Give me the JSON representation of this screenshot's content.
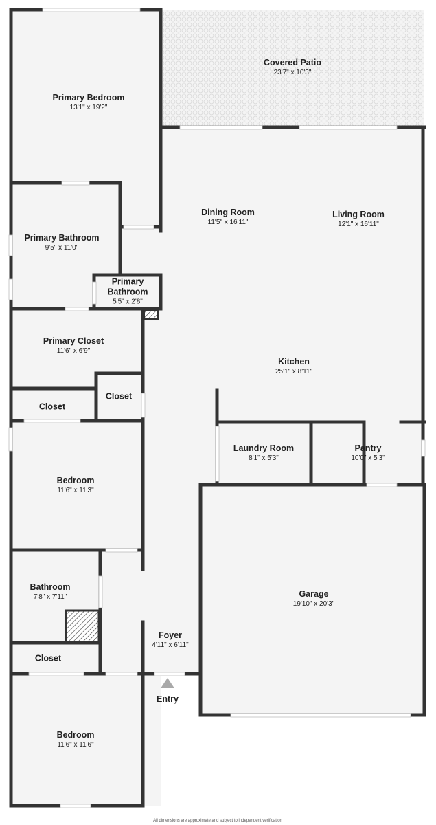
{
  "rooms": {
    "covered_patio": {
      "name": "Covered Patio",
      "dims": "23'7\" x 10'3\""
    },
    "primary_bedroom": {
      "name": "Primary Bedroom",
      "dims": "13'1\" x 19'2\""
    },
    "dining_room": {
      "name": "Dining Room",
      "dims": "11'5\" x 16'11\""
    },
    "living_room": {
      "name": "Living Room",
      "dims": "12'1\" x 16'11\""
    },
    "primary_bathroom": {
      "name": "Primary Bathroom",
      "dims": "9'5\" x 11'0\""
    },
    "primary_bathroom_small": {
      "name_line1": "Primary",
      "name_line2": "Bathroom",
      "dims": "5'5\" x 2'8\""
    },
    "primary_closet": {
      "name": "Primary Closet",
      "dims": "11'6\" x 6'9\""
    },
    "kitchen": {
      "name": "Kitchen",
      "dims": "25'1\" x 8'11\""
    },
    "closet_a": {
      "name": "Closet"
    },
    "closet_b": {
      "name": "Closet"
    },
    "laundry_room": {
      "name": "Laundry Room",
      "dims": "8'1\" x 5'3\""
    },
    "pantry": {
      "name": "Pantry",
      "dims": "10'0\" x 5'3\""
    },
    "bedroom_1": {
      "name": "Bedroom",
      "dims": "11'6\" x 11'3\""
    },
    "garage": {
      "name": "Garage",
      "dims": "19'10\" x 20'3\""
    },
    "bathroom": {
      "name": "Bathroom",
      "dims": "7'8\" x 7'11\""
    },
    "foyer": {
      "name": "Foyer",
      "dims": "4'11\" x 6'11\""
    },
    "closet_c": {
      "name": "Closet"
    },
    "bedroom_2": {
      "name": "Bedroom",
      "dims": "11'6\" x 11'6\""
    }
  },
  "entry": "Entry",
  "disclaimer": "All dimensions are approximate and subject to independent verification",
  "colors": {
    "wall": "#333333",
    "floor": "#f4f4f4",
    "window": "#ffffff",
    "patio_pattern": "#dcdcdc",
    "entry_arrow": "#a9a9a9"
  }
}
